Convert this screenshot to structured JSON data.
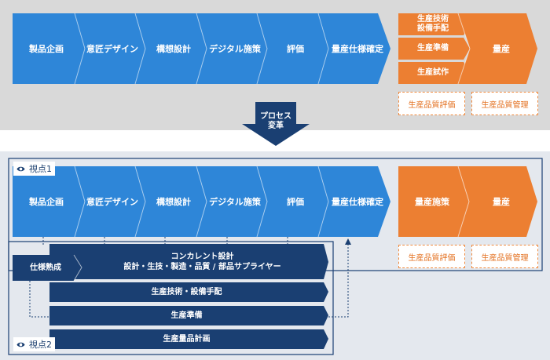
{
  "top": {
    "stages": [
      "製品企画",
      "意匠デザイン",
      "構想設計",
      "デジタル施策",
      "評価",
      "量産仕様確定"
    ],
    "prep_steps": [
      "生産技術\n設備手配",
      "生産準備",
      "生産試作"
    ],
    "production": "量産",
    "quality_boxes": [
      "生産品質評価",
      "生産品質管理"
    ]
  },
  "transition": {
    "label_line1": "プロセス",
    "label_line2": "変革"
  },
  "bottom": {
    "viewpoint1": "視点1",
    "viewpoint2": "視点2",
    "stages": [
      "製品企画",
      "意匠デザイン",
      "構想設計",
      "デジタル施策",
      "評価",
      "量産仕様確定"
    ],
    "orange_stages": [
      "量産施策",
      "量産"
    ],
    "quality_boxes": [
      "生産品質評価",
      "生産品質管理"
    ],
    "spec_maturity": "仕様熟成",
    "concurrent_title": "コンカレント設計",
    "concurrent_sub": "設計・生技・製造・品質 / 部品サプライヤー",
    "bars": [
      "生産技術・設備手配",
      "生産準備",
      "生産量品計画"
    ]
  },
  "colors": {
    "blue": "#2e86d8",
    "orange": "#ec7f32",
    "navy": "#1a3f72"
  }
}
